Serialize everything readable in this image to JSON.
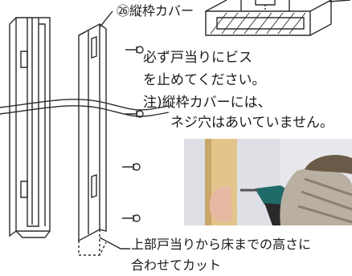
{
  "callout": {
    "part_label": "㉖縦枠カバー"
  },
  "notes": {
    "line1": "必ず戸当りにビス",
    "line2": "を止めてください。",
    "line3": "注)縦枠カバーには、",
    "line4": "ネジ穴はあいていません。"
  },
  "cut_instruction": {
    "line1": "上部戸当りから床までの高さに",
    "line2": "合わせてカット"
  },
  "icons": {
    "screws": "screw-icon",
    "photo": "drill-photo"
  },
  "colors": {
    "line": "#2b2b2b",
    "wood": "#e3c48a",
    "wall": "#dfe0e6"
  }
}
